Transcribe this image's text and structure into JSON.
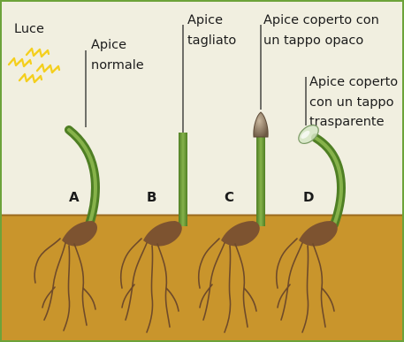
{
  "light_label": "Luce",
  "plants": [
    {
      "letter": "A",
      "caption": [
        "Apice",
        "normale"
      ],
      "tip": "normal"
    },
    {
      "letter": "B",
      "caption": [
        "Apice",
        "tagliato"
      ],
      "tip": "cut"
    },
    {
      "letter": "C",
      "caption": [
        "Apice coperto con",
        "un tappo opaco"
      ],
      "tip": "opaque-cap"
    },
    {
      "letter": "D",
      "caption": [
        "Apice coperto",
        "con un tappo",
        "trasparente"
      ],
      "tip": "transparent-cap"
    }
  ],
  "colors": {
    "sky": "#f1efe0",
    "soil": "#c9952c",
    "soil_line": "#9b6a1e",
    "frame": "#6da33a",
    "stem": "#5e8f2c",
    "stem_light": "#86b24a",
    "seed": "#7d5330",
    "root": "#6e4a2a",
    "light_rays": "#f4cf1d",
    "opaque_cap": "#8f7b63",
    "transparent_cap": "#d6e6c6"
  }
}
